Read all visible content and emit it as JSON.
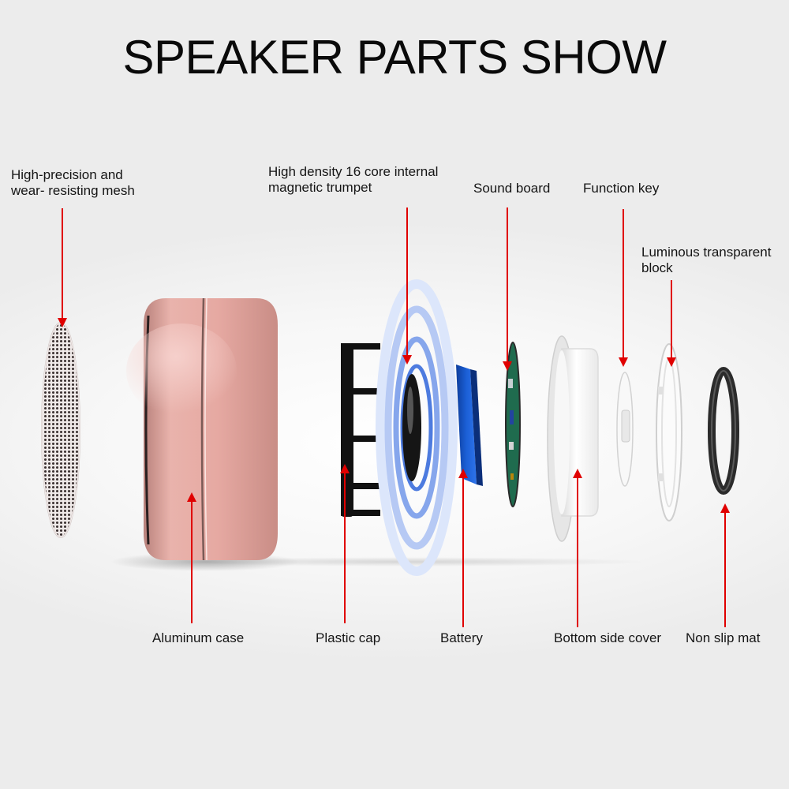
{
  "title": "SPEAKER PARTS SHOW",
  "accent_color": "#e00000",
  "case_color": "#e6a9a2",
  "battery_color": "#1b5fd6",
  "labels": {
    "mesh": [
      "High-precision and",
      "wear- resisting mesh"
    ],
    "trumpet": [
      "High density 16 core internal",
      "magnetic trumpet"
    ],
    "sound_board": "Sound board",
    "function_key": "Function key",
    "luminous_block": [
      "Luminous transparent",
      "block"
    ],
    "aluminum_case": "Aluminum case",
    "plastic_cap": "Plastic cap",
    "battery": "Battery",
    "bottom_cover": "Bottom side cover",
    "non_slip_mat": "Non slip mat"
  }
}
